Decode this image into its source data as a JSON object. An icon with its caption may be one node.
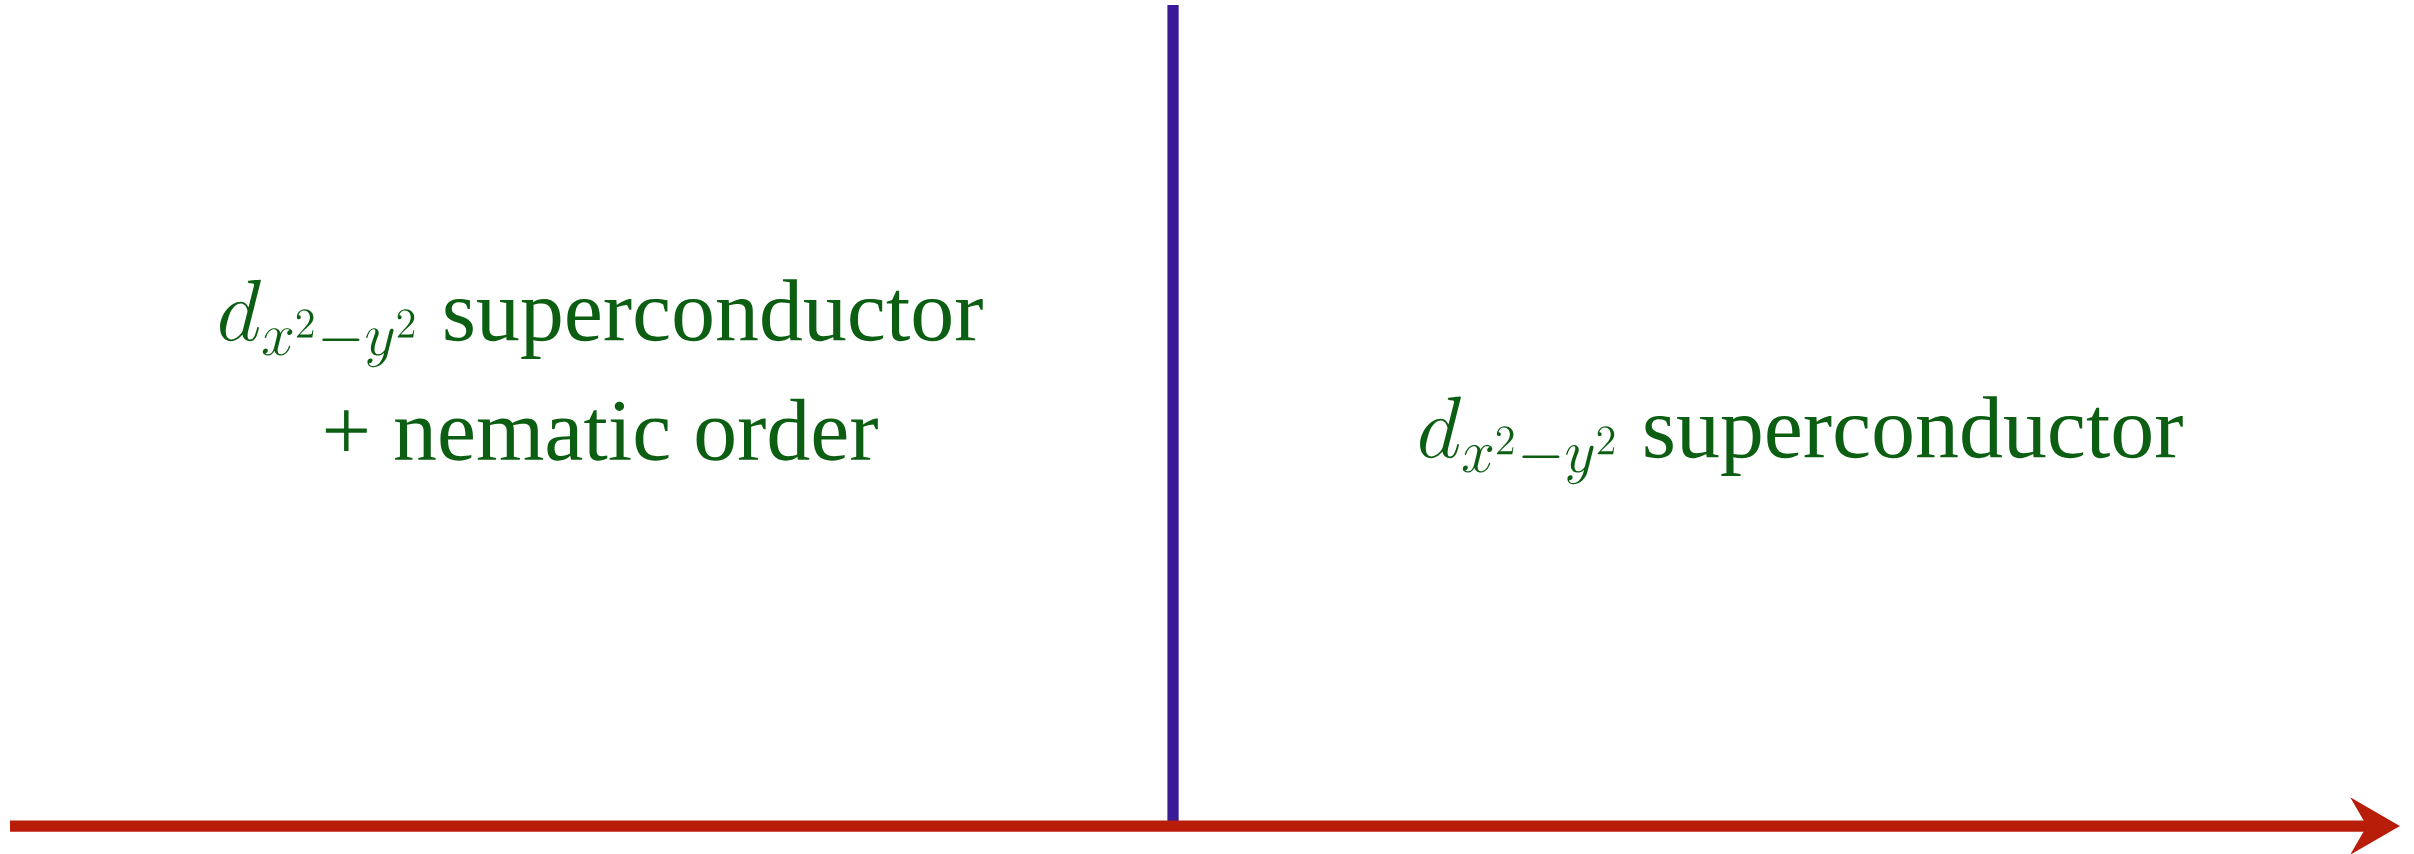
{
  "diagram": {
    "labels": [
      "d_{x^2-y^2}",
      "superconductor",
      "+ nematic order",
      "d_{x^2-y^2}",
      "superconductor"
    ]
  }
}
